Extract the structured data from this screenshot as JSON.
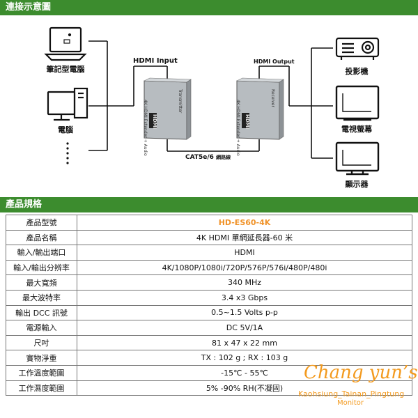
{
  "section1": {
    "title": "連接示意圖"
  },
  "diagram": {
    "laptop_label": "筆記型電腦",
    "pc_label": "電腦",
    "hdmi_input": "HDMI Input",
    "hdmi_output": "HDMI Output",
    "cable_label": "CAT5e/6",
    "cable_label_cn": "網路線",
    "tx_model": "4K HDMI Extender + Audio",
    "tx_role": "Transmitter",
    "rx_model": "4K HDMI Extender + Audio",
    "rx_role": "Receiver",
    "logo_text": "HDMI",
    "projector_label": "投影機",
    "tv_label": "電視螢幕",
    "monitor_label": "顯示器",
    "icons": [
      "laptop-icon",
      "pc-icon",
      "projector-icon",
      "tv-icon",
      "monitor-icon"
    ]
  },
  "section2": {
    "title": "產品規格"
  },
  "specs": [
    {
      "key": "產品型號",
      "value": "HD-ES60-4K"
    },
    {
      "key": "產品名稱",
      "value": "4K HDMI 單網延長器-60 米"
    },
    {
      "key": "輸入/輸出端口",
      "value": "HDMI"
    },
    {
      "key": "輸入/輸出分辨率",
      "value": "4K/1080P/1080i/720P/576P/576i/480P/480i"
    },
    {
      "key": "最大寬頻",
      "value": "340 MHz"
    },
    {
      "key": "最大波特率",
      "value": "3.4 x3 Gbps"
    },
    {
      "key": "輸出 DCC 訊號",
      "value": "0.5~1.5 Volts p-p"
    },
    {
      "key": "電源輸入",
      "value": "DC 5V/1A"
    },
    {
      "key": "尺吋",
      "value": "81 x 47 x 22 mm"
    },
    {
      "key": "實物淨重",
      "value": "TX : 102 g ; RX : 103 g"
    },
    {
      "key": "工作溫度範圍",
      "value": "-15℃ - 55℃"
    },
    {
      "key": "工作濕度範圍",
      "value": "5% -90% RH(不凝固)"
    }
  ],
  "watermark": {
    "brand": "Chang yun’s",
    "region": "Kaohsiung_Tainan_Pingtung",
    "type": "Monitor"
  },
  "colors": {
    "banner": "#3c8c2e",
    "model": "#f0932a",
    "watermark": "#f39a1e"
  }
}
